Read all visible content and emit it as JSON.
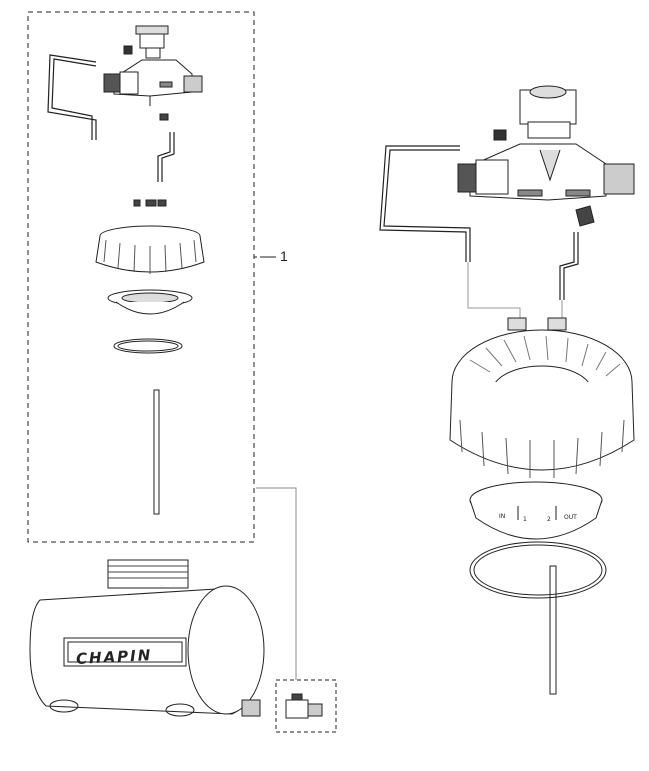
{
  "diagram": {
    "title": "",
    "callout_label": "1",
    "brand": "CHAPIN",
    "port_labels": {
      "in": "IN",
      "one": "1",
      "two": "2",
      "out": "OUT"
    }
  },
  "colors": {
    "line": "#222222",
    "light_fill": "#f2f2f2",
    "dark_fill": "#333333"
  },
  "icons": [
    "dashed-kit-box",
    "leader-line",
    "tank",
    "valve",
    "lid",
    "gasket",
    "o-ring",
    "tube"
  ]
}
